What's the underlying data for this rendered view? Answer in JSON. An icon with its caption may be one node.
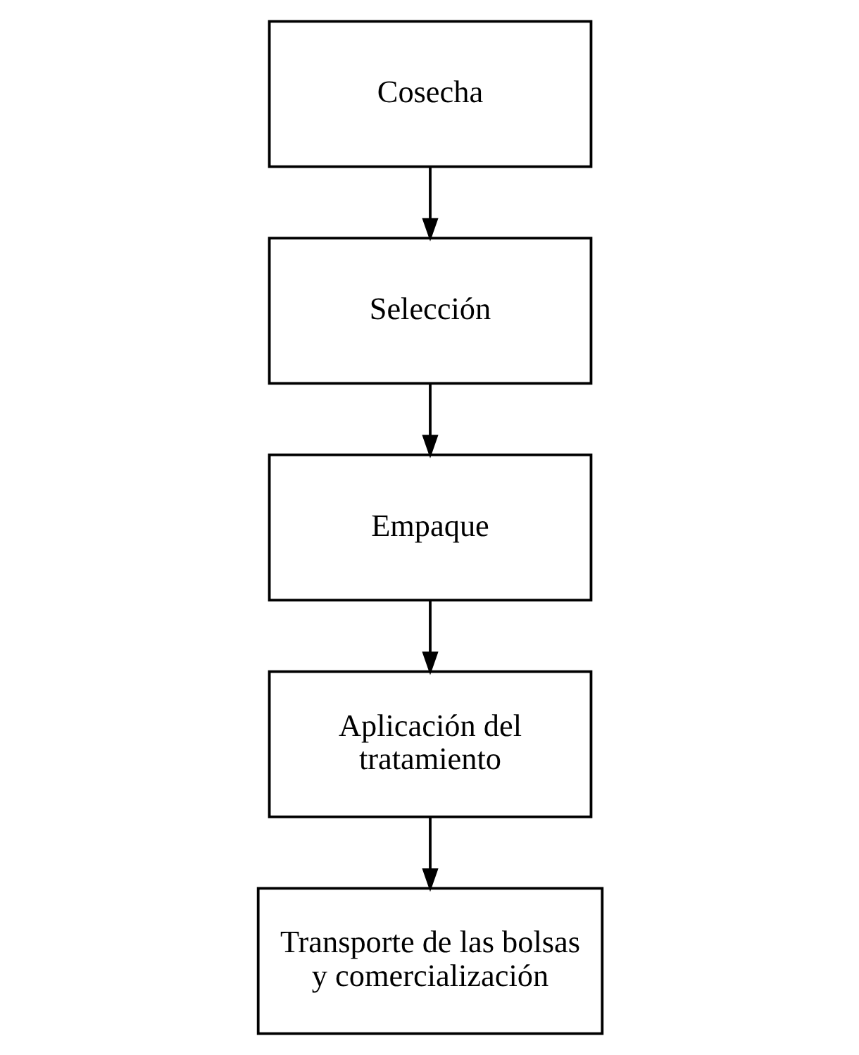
{
  "diagram": {
    "nodes": [
      {
        "text": [
          "Cosecha"
        ]
      },
      {
        "text": [
          "Selección"
        ]
      },
      {
        "text": [
          "Empaque"
        ]
      },
      {
        "text": [
          "Aplicación del tratamiento"
        ]
      },
      {
        "text": [
          "Transporte de las bolsas y comercialización"
        ]
      }
    ],
    "edges": [
      {
        "from": 0,
        "to": 1,
        "arrow": "to"
      },
      {
        "from": 1,
        "to": 2,
        "arrow": "to"
      },
      {
        "from": 2,
        "to": 3,
        "arrow": "to"
      },
      {
        "from": 3,
        "to": 4,
        "arrow": "to"
      }
    ]
  }
}
